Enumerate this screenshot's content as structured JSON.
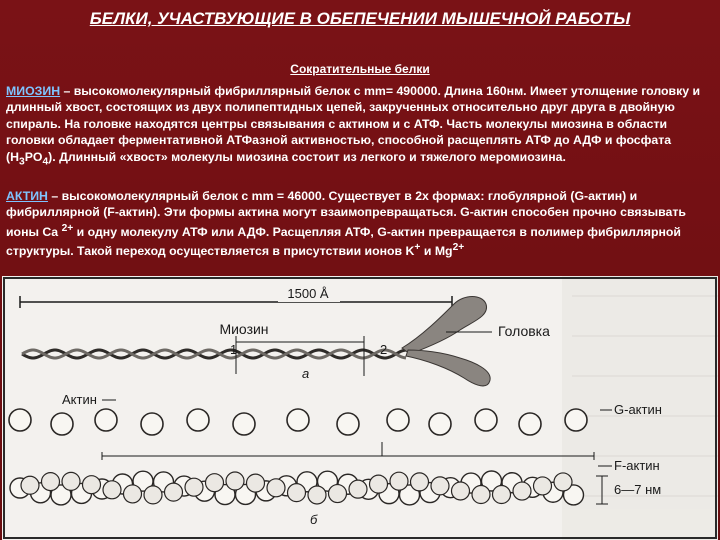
{
  "title": "БЕЛКИ, УЧАСТВУЮЩИЕ В ОБЕПЕЧЕНИИ МЫШЕЧНОЙ РАБОТЫ",
  "subtitle": "Сократительные белки",
  "myosin": {
    "term": "МИОЗИН",
    "text": " – высокомолекулярный фибриллярный белок с mm= 490000. Длина 160нм. Имеет утолщение головку и длинный хвост, состоящих из двух полипептидных цепей, закрученных относительно друг друга в двойную спираль. На головке находятся центры связывания с актином и с АТФ. Часть молекулы миозина в области головки обладает ферментативной АТФазной активностью, способной расщеплять АТФ до АДФ и фосфата (H",
    "sub1": "3",
    "mid": "PO",
    "sub2": "4",
    "tail": "). Длинный «хвост» молекулы миозина состоит из легкого и тяжелого меромиозина."
  },
  "actin": {
    "term": "АКТИН",
    "text": " – высокомолекулярный белок с mm = 46000. Существует в 2х формах: глобулярной (G-актин) и фибриллярной (F-актин). Эти формы актина могут взаимопревращаться. G-актин способен прочно связывать ионы Ca ",
    "sup1": "2+",
    "text2": " и одну молекулу АТФ или АДФ. Расщепляя АТФ, G-актин превращается в полимер фибриллярной структуры. Такой переход осуществляется в присутствии ионов K",
    "sup2": "+",
    "text3": " и Mg",
    "sup3": "2+"
  },
  "figure": {
    "length_label": "1500 Å",
    "myosin_label": "Миозин",
    "head_label": "Головка",
    "num1": "1",
    "num2": "2",
    "part_a": "а",
    "actin_label": "Актин",
    "g_actin_label": "G-актин",
    "f_actin_label": "F-актин",
    "nm_label": "6—7 нм",
    "part_b": "б"
  }
}
